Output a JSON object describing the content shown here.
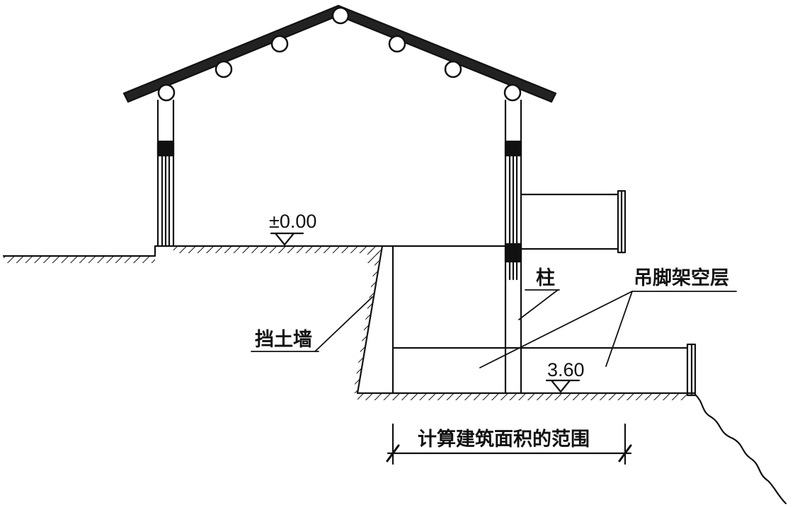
{
  "labels": {
    "elevation_top": "±0.00",
    "elevation_bottom": "3.60",
    "column": "柱",
    "stilt_space": "吊脚架空层",
    "retaining_wall": "挡土墙",
    "area_range": "计算建筑面积的范围"
  },
  "colors": {
    "line": "#111111",
    "background": "#ffffff"
  }
}
